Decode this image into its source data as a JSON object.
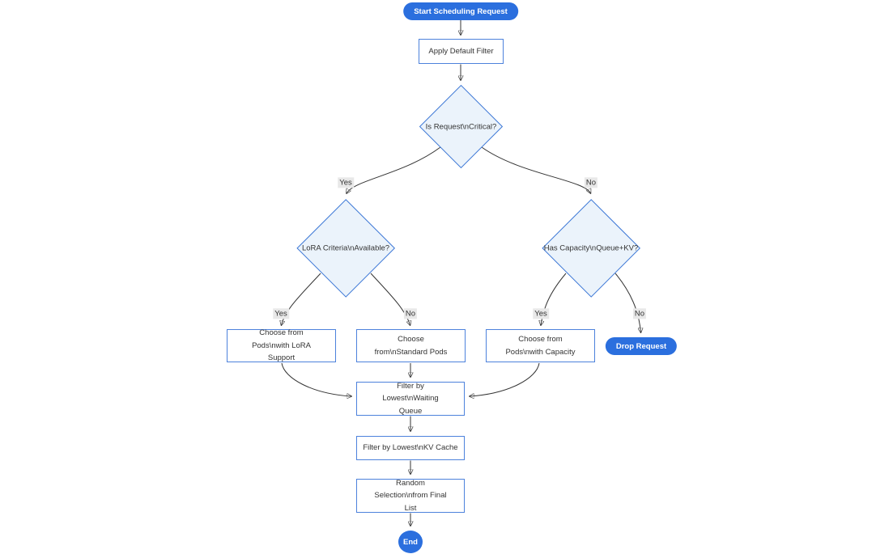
{
  "diagram": {
    "type": "flowchart",
    "nodes": {
      "start": "Start Scheduling Request",
      "apply_default_filter": "Apply Default Filter",
      "is_request_critical": "Is Request\\nCritical?",
      "lora_criteria_available": "LoRA Criteria\\nAvailable?",
      "has_capacity_queue_kv": "Has Capacity\\nQueue+KV?",
      "choose_pods_lora": "Choose from Pods\\nwith LoRA Support",
      "choose_standard_pods": "Choose from\\nStandard Pods",
      "choose_pods_capacity": "Choose from Pods\\nwith Capacity",
      "drop_request": "Drop Request",
      "filter_waiting_queue": "Filter by Lowest\\nWaiting Queue",
      "filter_kv_cache": "Filter by Lowest\\nKV Cache",
      "random_selection": "Random Selection\\nfrom Final List",
      "end": "End"
    },
    "edge_labels": {
      "critical_yes": "Yes",
      "critical_no": "No",
      "lora_yes": "Yes",
      "lora_no": "No",
      "capacity_yes": "Yes",
      "capacity_no": "No"
    },
    "edges": [
      {
        "from": "start",
        "to": "apply_default_filter"
      },
      {
        "from": "apply_default_filter",
        "to": "is_request_critical"
      },
      {
        "from": "is_request_critical",
        "to": "lora_criteria_available",
        "label": "Yes"
      },
      {
        "from": "is_request_critical",
        "to": "has_capacity_queue_kv",
        "label": "No"
      },
      {
        "from": "lora_criteria_available",
        "to": "choose_pods_lora",
        "label": "Yes"
      },
      {
        "from": "lora_criteria_available",
        "to": "choose_standard_pods",
        "label": "No"
      },
      {
        "from": "has_capacity_queue_kv",
        "to": "choose_pods_capacity",
        "label": "Yes"
      },
      {
        "from": "has_capacity_queue_kv",
        "to": "drop_request",
        "label": "No"
      },
      {
        "from": "choose_pods_lora",
        "to": "filter_waiting_queue"
      },
      {
        "from": "choose_standard_pods",
        "to": "filter_waiting_queue"
      },
      {
        "from": "choose_pods_capacity",
        "to": "filter_waiting_queue"
      },
      {
        "from": "filter_waiting_queue",
        "to": "filter_kv_cache"
      },
      {
        "from": "filter_kv_cache",
        "to": "random_selection"
      },
      {
        "from": "random_selection",
        "to": "end"
      }
    ],
    "colors": {
      "terminal_pill_bg": "#2B6FDE",
      "terminal_pill_text": "#ffffff",
      "decision_fill": "#EBF3FB",
      "decision_border": "#3C77D6",
      "process_fill": "#ffffff",
      "process_border": "#4D82DC",
      "text": "#333333",
      "edge_line": "#333333",
      "edge_label_bg": "#E8E8E8"
    }
  }
}
